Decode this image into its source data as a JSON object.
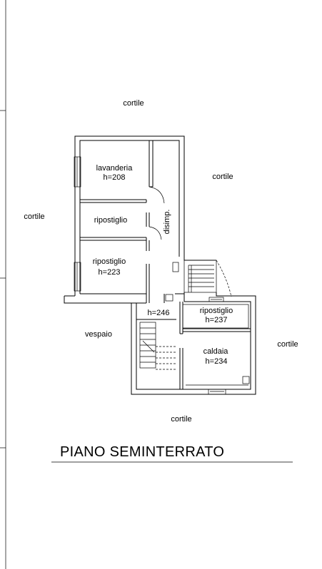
{
  "labels": {
    "cortile_top": "cortile",
    "cortile_right_upper": "cortile",
    "cortile_left": "cortile",
    "cortile_right_lower": "cortile",
    "cortile_bottom": "cortile",
    "vespaio": "vespaio",
    "lavanderia_name": "lavanderia",
    "lavanderia_h": "h=208",
    "ripostiglio1_name": "ripostiglio",
    "ripostiglio2_name": "ripostiglio",
    "ripostiglio2_h": "h=223",
    "disimp": "disimp.",
    "h246": "h=246",
    "ripostiglio3_name": "ripostiglio",
    "ripostiglio3_h": "h=237",
    "caldaia_name": "caldaia",
    "caldaia_h": "h=234"
  },
  "title": "PIANO SEMINTERRATO"
}
